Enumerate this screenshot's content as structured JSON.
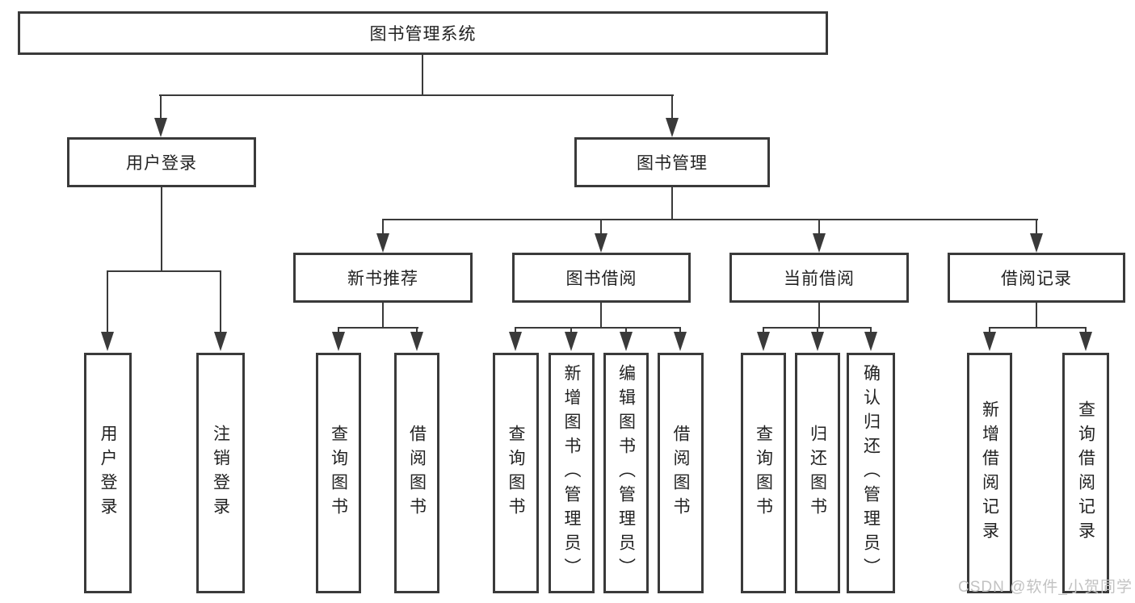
{
  "diagram_title": "图书管理系统",
  "colors": {
    "line": "#3a3a3a",
    "text": "#222222",
    "background": "#ffffff",
    "watermark": "#c2c2c2"
  },
  "watermark": {
    "text": "CSDN @软件_小贺同学"
  },
  "nodes": {
    "root": {
      "label": "图书管理系统"
    },
    "user_login": {
      "label": "用户登录"
    },
    "book_mgmt": {
      "label": "图书管理"
    },
    "new_book_rec": {
      "label": "新书推荐"
    },
    "book_borrow": {
      "label": "图书借阅"
    },
    "current_borrow": {
      "label": "当前借阅"
    },
    "borrow_record": {
      "label": "借阅记录"
    },
    "leaf_user_login": {
      "label": "用户登录"
    },
    "leaf_logout": {
      "label": "注销登录"
    },
    "leaf_query_book_rec": {
      "label": "查询图书"
    },
    "leaf_borrow_book_rec": {
      "label": "借阅图书"
    },
    "leaf_query_book_borrow": {
      "label": "查询图书"
    },
    "leaf_add_book": {
      "label": "新增图书（管理员）"
    },
    "leaf_edit_book": {
      "label": "编辑图书（管理员）"
    },
    "leaf_borrow_book": {
      "label": "借阅图书"
    },
    "leaf_query_book_current": {
      "label": "查询图书"
    },
    "leaf_return_book": {
      "label": "归还图书"
    },
    "leaf_confirm_return": {
      "label": "确认归还（管理员）"
    },
    "leaf_add_borrow_record": {
      "label": "新增借阅记录"
    },
    "leaf_query_borrow_record": {
      "label": "查询借阅记录"
    }
  },
  "tree": {
    "label": "图书管理系统",
    "children": [
      {
        "label": "用户登录",
        "children": [
          {
            "label": "用户登录"
          },
          {
            "label": "注销登录"
          }
        ]
      },
      {
        "label": "图书管理",
        "children": [
          {
            "label": "新书推荐",
            "children": [
              {
                "label": "查询图书"
              },
              {
                "label": "借阅图书"
              }
            ]
          },
          {
            "label": "图书借阅",
            "children": [
              {
                "label": "查询图书"
              },
              {
                "label": "新增图书（管理员）"
              },
              {
                "label": "编辑图书（管理员）"
              },
              {
                "label": "借阅图书"
              }
            ]
          },
          {
            "label": "当前借阅",
            "children": [
              {
                "label": "查询图书"
              },
              {
                "label": "归还图书"
              },
              {
                "label": "确认归还（管理员）"
              }
            ]
          },
          {
            "label": "借阅记录",
            "children": [
              {
                "label": "新增借阅记录"
              },
              {
                "label": "查询借阅记录"
              }
            ]
          }
        ]
      }
    ]
  }
}
